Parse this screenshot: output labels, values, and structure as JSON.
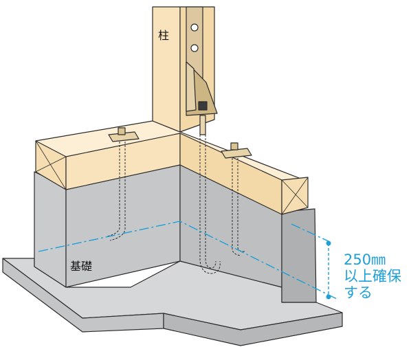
{
  "labels": {
    "column": "柱",
    "foundation": "基礎",
    "dimension_value": "250㎜",
    "dimension_note_line1": "以上確保",
    "dimension_note_line2": "する"
  },
  "colors": {
    "wood": "#F9E3BD",
    "wood_top": "#FCEFD6",
    "wood_side": "#F3D8A8",
    "concrete_front": "#C9CBCC",
    "concrete_side": "#B8BABB",
    "concrete_top": "#D6D7D8",
    "outline": "#2B2B2B",
    "metal": "#DCC7A0",
    "accent": "#1E9FD8"
  }
}
